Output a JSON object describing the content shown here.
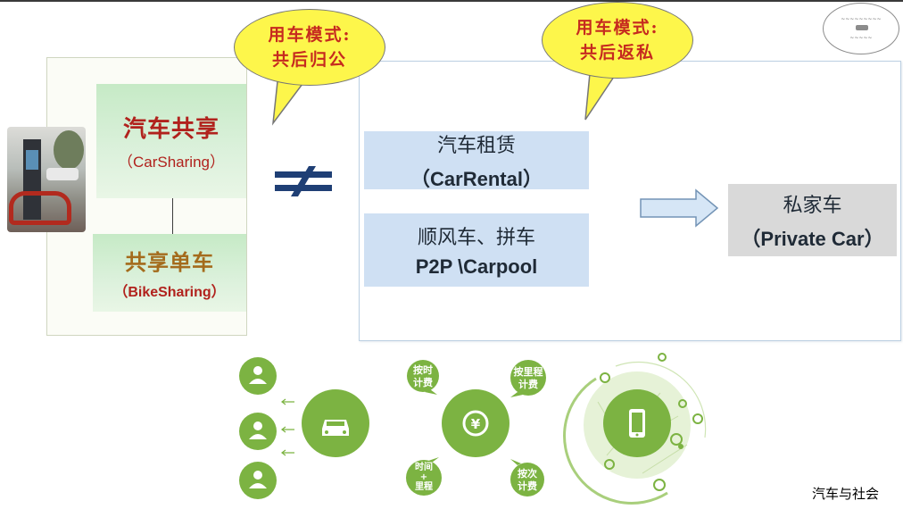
{
  "left": {
    "carsharing_cn": "汽车共享",
    "carsharing_en": "（CarSharing）",
    "bikesharing_cn": "共享单车",
    "bikesharing_en": "（BikeSharing）"
  },
  "bubbles": {
    "b1_line1": "用车模式:",
    "b1_line2": "共后归公",
    "b2_line1": "用车模式:",
    "b2_line2": "共后返私"
  },
  "right": {
    "carrental_cn": "汽车租赁",
    "carrental_en": "（CarRental）",
    "carpool_cn": "顺风车、拼车",
    "carpool_en": "P2P \\Carpool",
    "private_cn": "私家车",
    "private_en": "（Private Car）"
  },
  "icons": {
    "user_icon": "user-icon",
    "car_icon": "car-icon",
    "yuan_icon": "yuan-icon",
    "phone_icon": "phone-icon",
    "location_icon": "location-pin-icon",
    "tag_time": "按时计费",
    "tag_mileage": "按里程计费",
    "tag_time_mileage": "时间+里程",
    "tag_per_trip": "按次计费"
  },
  "colors": {
    "green": "#7cb342",
    "red_text": "#b1221d",
    "bubble_yellow": "#fdf64b",
    "blue_box": "#cfe0f3",
    "gray_box": "#d9d9d9"
  },
  "footer": {
    "label": "汽车与社会"
  }
}
